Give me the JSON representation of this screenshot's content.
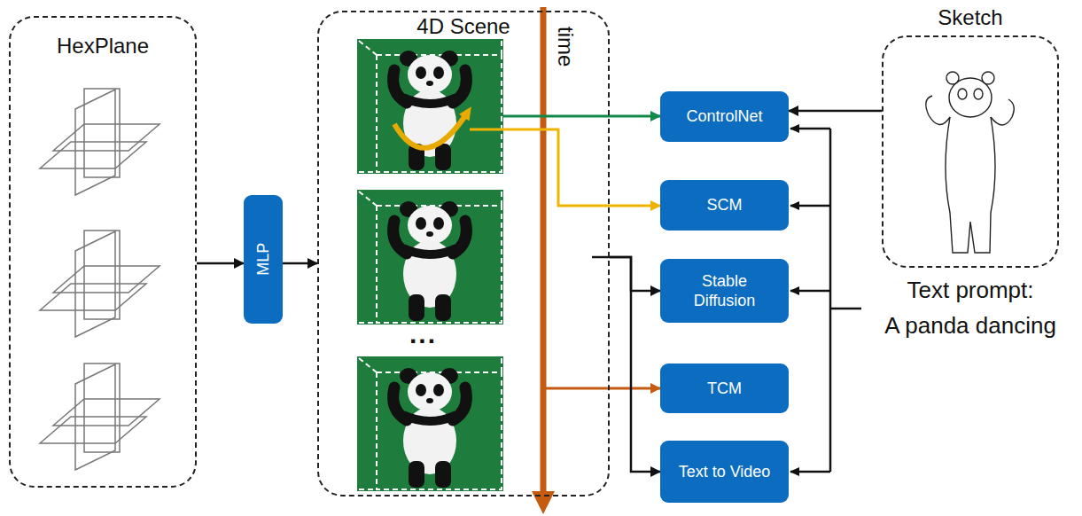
{
  "diagram": {
    "nodes": [
      {
        "text": [
          "HexPlane"
        ]
      },
      {
        "text": [
          "MLP"
        ]
      },
      {
        "text": [
          "4D Scene"
        ]
      },
      {
        "text": [
          "ControlNet"
        ]
      },
      {
        "text": [
          "SCM"
        ]
      },
      {
        "text": [
          "Stable Diffusion"
        ]
      },
      {
        "text": [
          "TCM"
        ]
      },
      {
        "text": [
          "Text to Video"
        ]
      },
      {
        "text": [
          "Sketch"
        ]
      }
    ],
    "edges": [
      {
        "from": 0,
        "to": 1,
        "arrow": "to"
      },
      {
        "from": 1,
        "to": 2,
        "arrow": "to"
      },
      {
        "from": 2,
        "to": 3,
        "arrow": "to"
      },
      {
        "from": 2,
        "to": 4,
        "arrow": "to"
      },
      {
        "from": 2,
        "to": 5,
        "arrow": "to"
      },
      {
        "from": 2,
        "to": 6,
        "arrow": "to"
      },
      {
        "from": 2,
        "to": 7,
        "arrow": "to"
      },
      {
        "from": 8,
        "to": 3,
        "arrow": "to"
      }
    ],
    "labels": [
      "time",
      "...",
      "Text prompt:",
      "A panda dancing"
    ]
  }
}
